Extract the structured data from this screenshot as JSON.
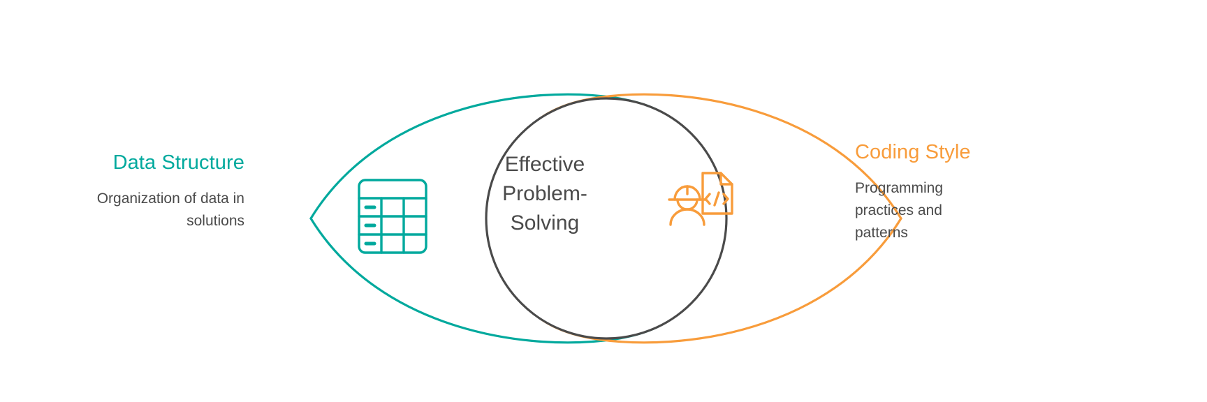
{
  "diagram": {
    "type": "venn-lens-diagram",
    "center": {
      "label_line1": "Effective",
      "label_line2": "Problem-",
      "label_line3": "Solving",
      "text_color": "#4a4a4a",
      "stroke_color": "#4a4a4a"
    },
    "left": {
      "title": "Data Structure",
      "description": "Organization of data in solutions",
      "color": "#00a99d",
      "icon": "table-grid-icon"
    },
    "right": {
      "title": "Coding Style",
      "description": "Programming practices and patterns",
      "color": "#f89c3b",
      "icon": "developer-code-document-icon"
    },
    "background": "#ffffff"
  }
}
